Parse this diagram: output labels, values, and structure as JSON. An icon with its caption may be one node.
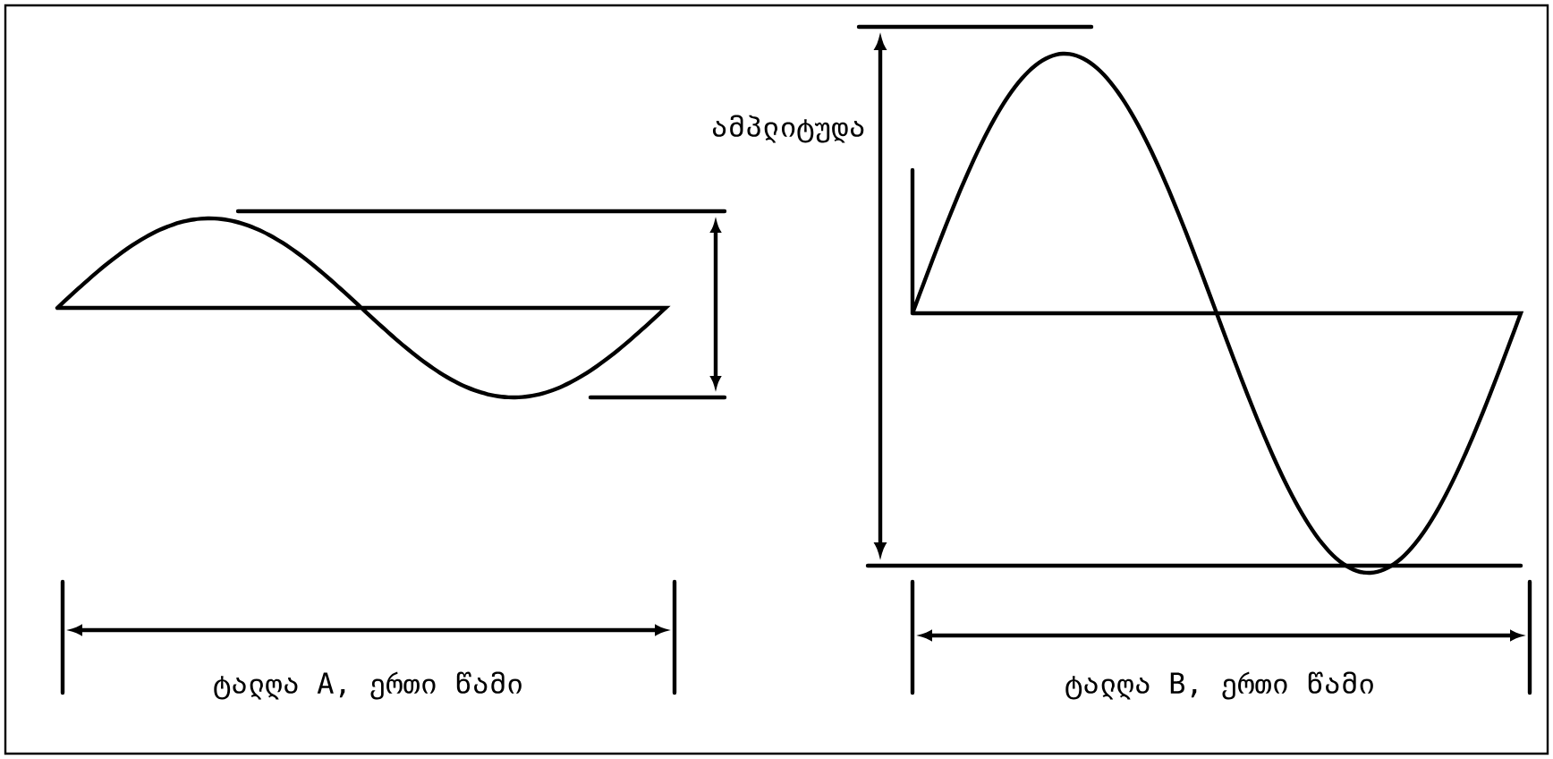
{
  "diagram": {
    "labels": [
      "ამპლიტუდა",
      "ტალღა A, ერთი წამი",
      "ტალღა B, ერთი წამი"
    ]
  }
}
